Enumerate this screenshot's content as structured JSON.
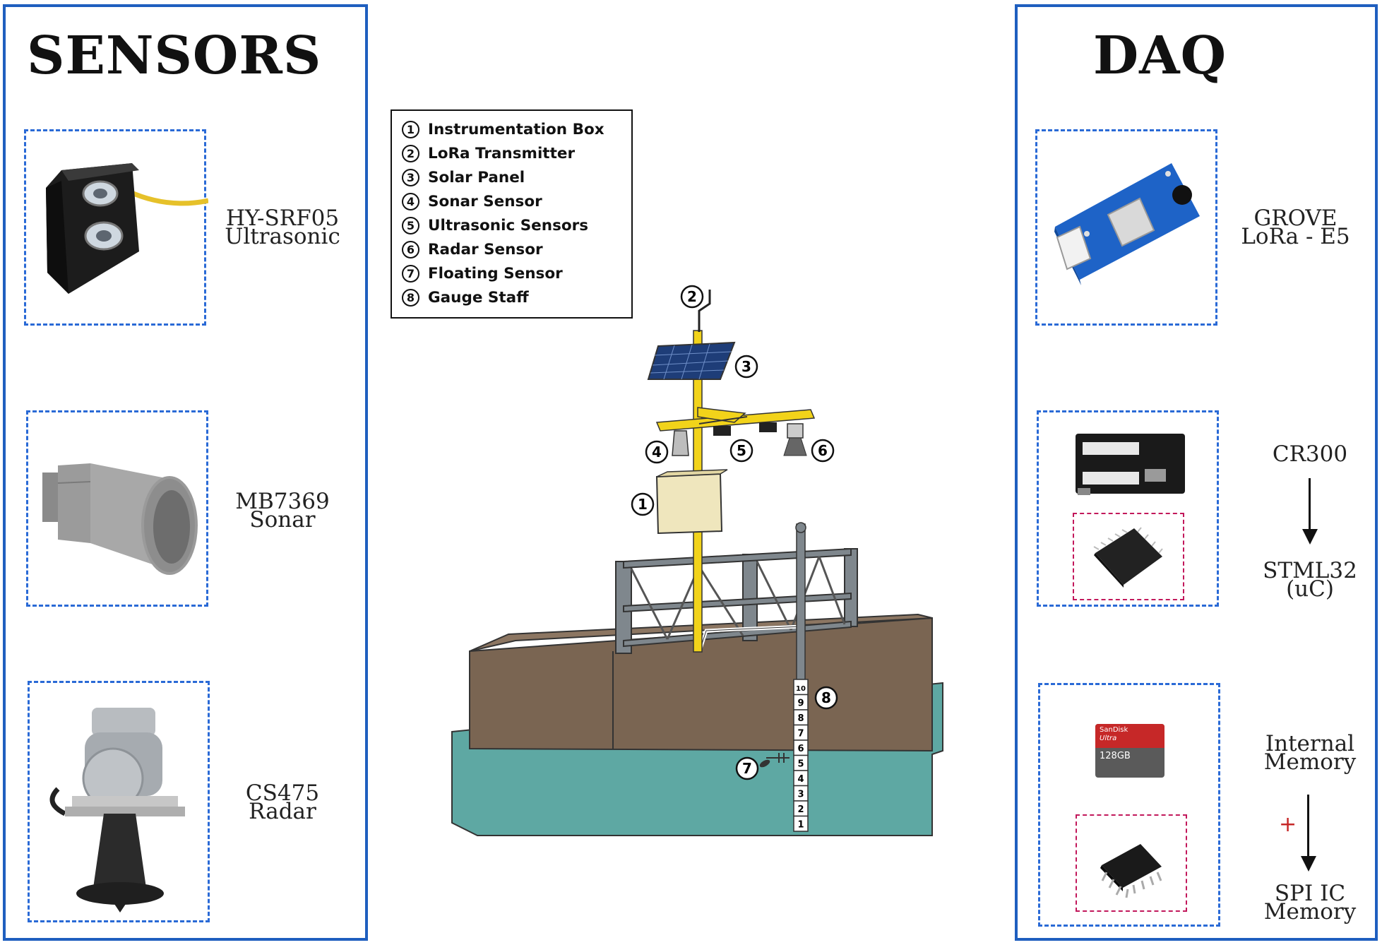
{
  "sensors": {
    "title": "SENSORS",
    "items": [
      {
        "line1": "HY-SRF05",
        "line2": "Ultrasonic"
      },
      {
        "line1": "MB7369",
        "line2": "Sonar"
      },
      {
        "line1": "CS475",
        "line2": "Radar"
      }
    ]
  },
  "daq": {
    "title": "DAQ",
    "lora": {
      "line1": "GROVE",
      "line2": "LoRa - E5"
    },
    "cr300": "CR300",
    "stm": {
      "line1": "STML32",
      "line2": "(uC)"
    },
    "memory": {
      "line1": "Internal",
      "line2": "Memory"
    },
    "plus": "+",
    "spi": {
      "line1": "SPI IC",
      "line2": "Memory"
    },
    "sd_brand": "SanDisk",
    "sd_series": "Ultra",
    "sd_capacity": "128GB"
  },
  "legend": [
    {
      "num": "1",
      "label": "Instrumentation Box"
    },
    {
      "num": "2",
      "label": "LoRa Transmitter"
    },
    {
      "num": "3",
      "label": "Solar Panel"
    },
    {
      "num": "4",
      "label": "Sonar Sensor"
    },
    {
      "num": "5",
      "label": "Ultrasonic Sensors"
    },
    {
      "num": "6",
      "label": "Radar Sensor"
    },
    {
      "num": "7",
      "label": "Floating Sensor"
    },
    {
      "num": "8",
      "label": "Gauge Staff"
    }
  ],
  "station": {
    "callouts": [
      "1",
      "2",
      "3",
      "4",
      "5",
      "6",
      "7",
      "8"
    ],
    "staff_marks": [
      "10",
      "9",
      "8",
      "7",
      "6",
      "5",
      "4",
      "3",
      "2",
      "1"
    ]
  }
}
